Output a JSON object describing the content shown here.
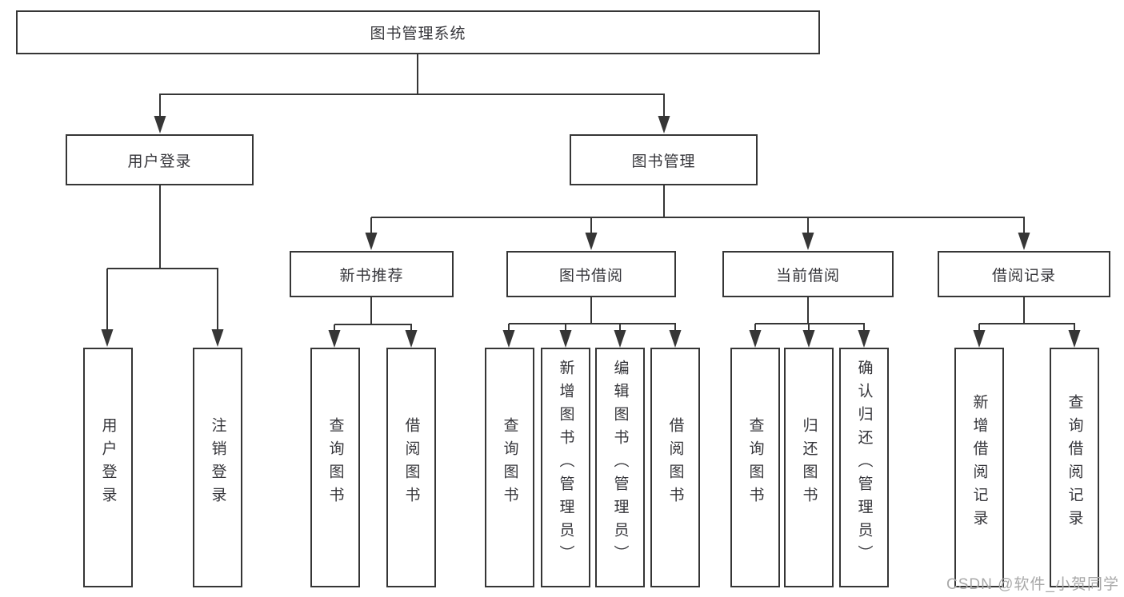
{
  "diagram": {
    "root": {
      "label": "图书管理系统"
    },
    "level2": [
      {
        "id": "user-login",
        "label": "用户登录"
      },
      {
        "id": "book-management",
        "label": "图书管理"
      }
    ],
    "level3": [
      {
        "id": "new-book-recommendation",
        "label": "新书推荐"
      },
      {
        "id": "book-borrowing",
        "label": "图书借阅"
      },
      {
        "id": "current-borrowing",
        "label": "当前借阅"
      },
      {
        "id": "borrowing-records",
        "label": "借阅记录"
      }
    ],
    "leaves": [
      {
        "parent": "user-login",
        "label": "用户登录"
      },
      {
        "parent": "user-login",
        "label": "注销登录"
      },
      {
        "parent": "new-book-recommendation",
        "label": "查询图书"
      },
      {
        "parent": "new-book-recommendation",
        "label": "借阅图书"
      },
      {
        "parent": "book-borrowing",
        "label": "查询图书"
      },
      {
        "parent": "book-borrowing",
        "label": "新增图书（管理员）"
      },
      {
        "parent": "book-borrowing",
        "label": "编辑图书（管理员）"
      },
      {
        "parent": "book-borrowing",
        "label": "借阅图书"
      },
      {
        "parent": "current-borrowing",
        "label": "查询图书"
      },
      {
        "parent": "current-borrowing",
        "label": "归还图书"
      },
      {
        "parent": "current-borrowing",
        "label": "确认归还（管理员）"
      },
      {
        "parent": "borrowing-records",
        "label": "新增借阅记录"
      },
      {
        "parent": "borrowing-records",
        "label": "查询借阅记录"
      }
    ]
  },
  "watermark": {
    "text": "CSDN @软件_小贺同学",
    "color": "#a8a8a8"
  },
  "colors": {
    "line": "#363636",
    "box_border": "#363636",
    "text": "#35353a",
    "background": "#ffffff"
  }
}
